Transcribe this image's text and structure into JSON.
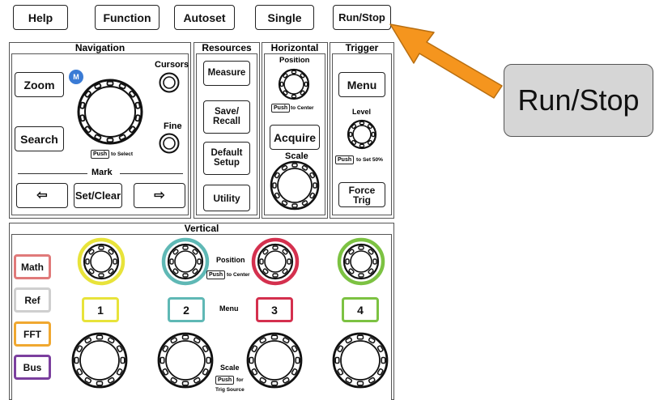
{
  "top_buttons": [
    "Help",
    "Function",
    "Autoset",
    "Single",
    "Run/Stop"
  ],
  "navigation": {
    "title": "Navigation",
    "zoom": "Zoom",
    "m_badge": "M",
    "cursors": "Cursors",
    "search": "Search",
    "fine": "Fine",
    "push": "Push",
    "push_suffix": "to Select",
    "mark": "Mark",
    "prev_arrow": "⇦",
    "set_clear": "Set/Clear",
    "next_arrow": "⇨"
  },
  "resources": {
    "title": "Resources",
    "measure": "Measure",
    "save_recall": "Save/ Recall",
    "default_setup": "Default Setup",
    "utility": "Utility"
  },
  "horizontal": {
    "title": "Horizontal",
    "position": "Position",
    "push": "Push",
    "push_suffix": "to Center",
    "acquire": "Acquire",
    "scale": "Scale"
  },
  "trigger": {
    "title": "Trigger",
    "menu": "Menu",
    "level": "Level",
    "push": "Push",
    "push_suffix": "to Set 50%",
    "force_trig": "Force Trig"
  },
  "vertical": {
    "title": "Vertical",
    "side_buttons": [
      "Math",
      "Ref",
      "FFT",
      "Bus"
    ],
    "channels": [
      "1",
      "2",
      "3",
      "4"
    ],
    "position": "Position",
    "push": "Push",
    "position_push_suffix": "to Center",
    "menu": "Menu",
    "scale": "Scale",
    "scale_push_suffix": "for",
    "trig_source": "Trig Source"
  },
  "callout": {
    "label": "Run/Stop"
  },
  "colors": {
    "ch1": "#e8e33a",
    "ch2": "#5fb8b5",
    "ch3": "#d4304e",
    "ch4": "#7cc242",
    "math": "#e07a7a",
    "ref": "#cfcfcf",
    "fft": "#f0a830",
    "bus": "#7b3f9e",
    "m_badge": "#3a7bd5",
    "arrow": "#f5951e"
  }
}
